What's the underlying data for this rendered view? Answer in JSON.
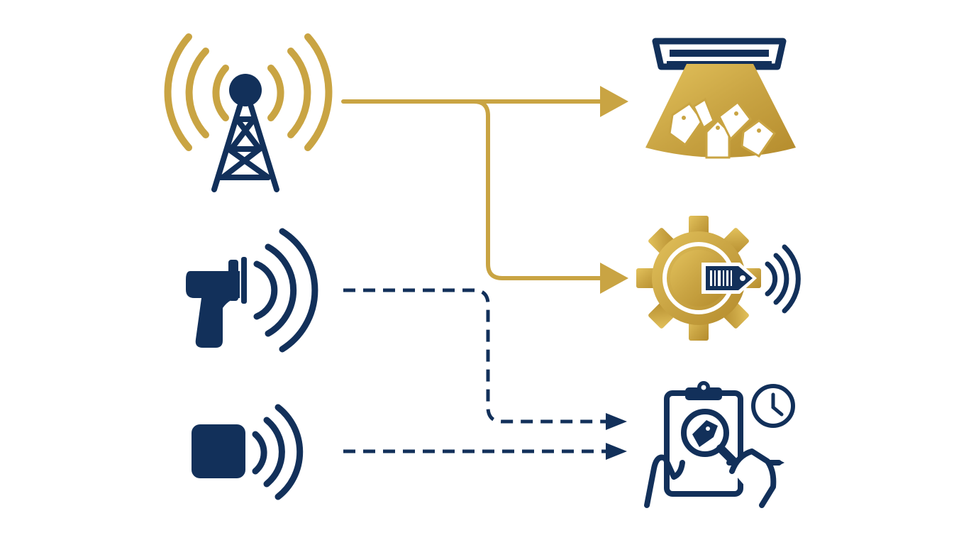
{
  "colors": {
    "navy": "#12305a",
    "gold": "#c9a443",
    "gold_light": "#e3c25c",
    "background": "#ffffff"
  },
  "sources": [
    {
      "id": "cell-tower",
      "icon": "cell-tower-icon"
    },
    {
      "id": "handheld-scanner",
      "icon": "barcode-scanner-icon"
    },
    {
      "id": "rfid-tag",
      "icon": "rfid-chip-icon"
    }
  ],
  "targets": [
    {
      "id": "bulk-tag-reading",
      "icon": "bulk-tag-portal-icon"
    },
    {
      "id": "automated-processing",
      "icon": "gear-tag-icon"
    },
    {
      "id": "manual-audit",
      "icon": "clipboard-inspection-icon"
    }
  ],
  "connections": [
    {
      "from": "cell-tower",
      "to": "bulk-tag-reading",
      "style": "solid",
      "color": "#c9a443"
    },
    {
      "from": "cell-tower",
      "to": "automated-processing",
      "style": "solid",
      "color": "#c9a443"
    },
    {
      "from": "handheld-scanner",
      "to": "manual-audit",
      "style": "dashed",
      "color": "#12305a"
    },
    {
      "from": "rfid-tag",
      "to": "manual-audit",
      "style": "dashed",
      "color": "#12305a"
    }
  ]
}
